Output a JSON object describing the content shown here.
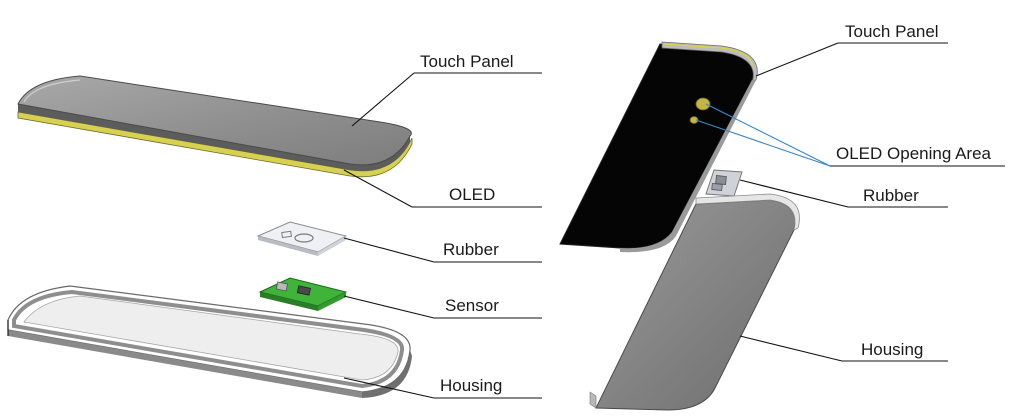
{
  "left_view": {
    "labels": {
      "touch_panel": "Touch Panel",
      "oled": "OLED",
      "rubber": "Rubber",
      "sensor": "Sensor",
      "housing": "Housing"
    }
  },
  "right_view": {
    "labels": {
      "touch_panel": "Touch Panel",
      "oled_opening_area": "OLED Opening Area",
      "rubber": "Rubber",
      "housing": "Housing"
    }
  },
  "colors": {
    "panel_gray": "#8f8f8f",
    "oled_layer": "#d8d050",
    "panel_black": "#050505",
    "sensor_green": "#3fb33a",
    "housing_light": "#eeeeee",
    "housing_dark": "#7a7a7a",
    "leader_blue": "#3a86c8"
  }
}
